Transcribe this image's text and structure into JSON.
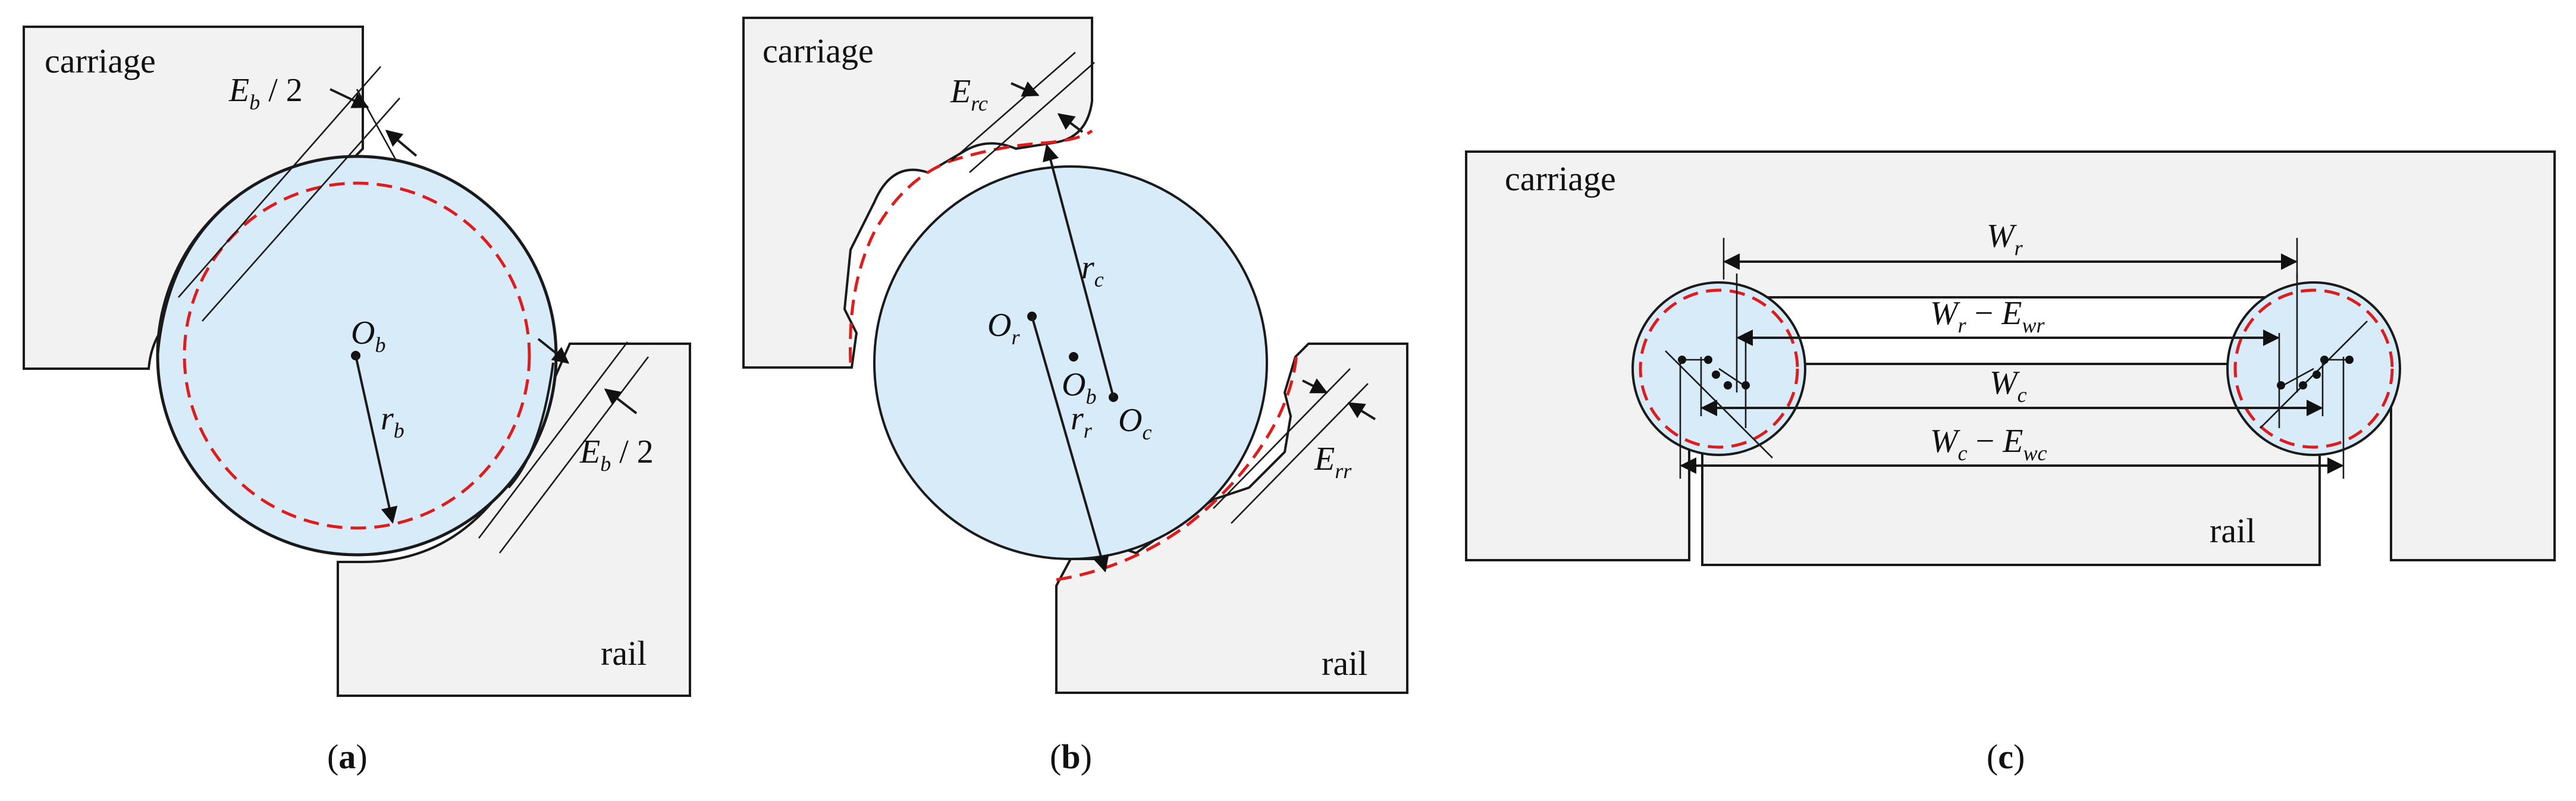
{
  "panel_a": {
    "label_carriage": "carriage",
    "label_rail": "rail",
    "eb_top": {
      "E": "E",
      "sub": "b",
      "rest": " / 2"
    },
    "eb_bottom": {
      "E": "E",
      "sub": "b",
      "rest": " / 2"
    },
    "center": {
      "main": "O",
      "sub": "b"
    },
    "radius": {
      "main": "r",
      "sub": "b"
    },
    "caption": {
      "open": "(",
      "letter": "a",
      "close": ")"
    }
  },
  "panel_b": {
    "label_carriage": "carriage",
    "label_rail": "rail",
    "erc": {
      "main": "E",
      "sub": "rc"
    },
    "err": {
      "main": "E",
      "sub": "rr"
    },
    "rc": {
      "main": "r",
      "sub": "c"
    },
    "rr": {
      "main": "r",
      "sub": "r"
    },
    "or": {
      "main": "O",
      "sub": "r"
    },
    "ob": {
      "main": "O",
      "sub": "b"
    },
    "oc": {
      "main": "O",
      "sub": "c"
    },
    "caption": {
      "open": "(",
      "letter": "b",
      "close": ")"
    }
  },
  "panel_c": {
    "label_carriage": "carriage",
    "label_rail": "rail",
    "wr": {
      "main": "W",
      "sub": "r"
    },
    "wr_ewr": {
      "main": "W",
      "sub": "r",
      "op": " − ",
      "main2": "E",
      "sub2": "wr"
    },
    "wc": {
      "main": "W",
      "sub": "c"
    },
    "wc_ewc": {
      "main": "W",
      "sub": "c",
      "op": " − ",
      "main2": "E",
      "sub2": "wc"
    },
    "caption": {
      "open": "(",
      "letter": "c",
      "close": ")"
    }
  }
}
